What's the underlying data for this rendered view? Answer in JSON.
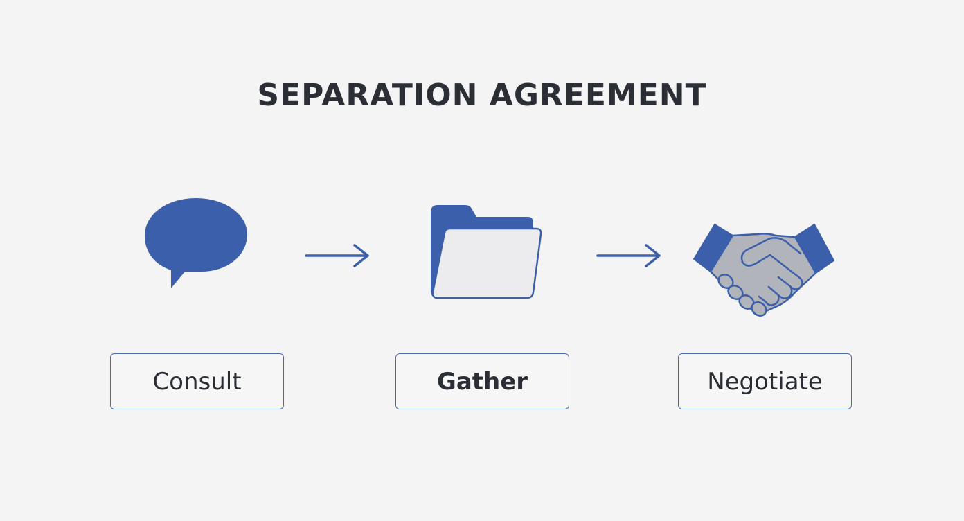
{
  "title": "SEPARATION AGREEMENT",
  "colors": {
    "background": "#f4f4f5",
    "accent": "#3b5faa",
    "text": "#2b2f35",
    "box_border": "#4b6aa8",
    "light_fill": "#ececee",
    "gray_hand": "#b2b4bb"
  },
  "steps": [
    {
      "label": "Consult",
      "icon": "speech-bubble-icon"
    },
    {
      "label": "Gather",
      "icon": "folder-icon"
    },
    {
      "label": "Negotiate",
      "icon": "handshake-icon"
    }
  ],
  "connectors": [
    "arrow-right-icon",
    "arrow-right-icon"
  ]
}
